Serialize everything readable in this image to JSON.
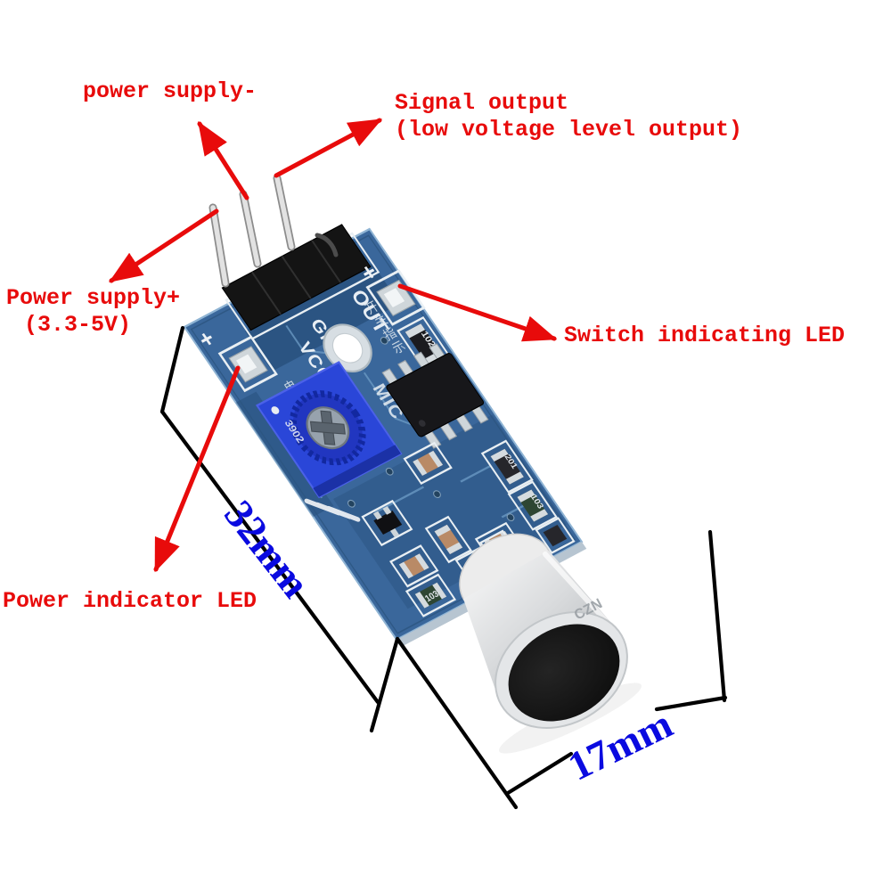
{
  "image_type": "annotated sound sensor module photo",
  "labels": {
    "power_supply_minus": "power supply-",
    "signal_output_line1": "Signal output",
    "signal_output_line2": "(low voltage level output)",
    "power_supply_plus_line1": "Power supply+",
    "power_supply_plus_line2": "(3.3-5V)",
    "switch_indicating_led": "Switch indicating LED",
    "power_indicator_led": "Power indicator LED"
  },
  "dimensions": {
    "board_length": "32mm",
    "board_width": "17mm"
  },
  "board": {
    "pin_labels": {
      "out": "OUT",
      "gnd": "GND",
      "vcc": "VCC"
    },
    "mic_silk_label": "MIC",
    "silkscreen_cn_switch": "开关指示",
    "silkscreen_cn_power": "电源指示",
    "plus_mark": "+",
    "markings": {
      "trimpot": "3902",
      "resistor_102": "102",
      "resistor_201": "201",
      "resistor_103": "103",
      "mic_shell": "CZN"
    }
  },
  "colors": {
    "annotation_red": "#e80b0b",
    "dimension_blue": "#0a0ae0",
    "dimension_line_black": "#000000",
    "pcb_blue": "#3a679b",
    "trimpot_blue": "#2a46d8",
    "header_black": "#141414",
    "pin_silver": "#e2e2e2"
  }
}
